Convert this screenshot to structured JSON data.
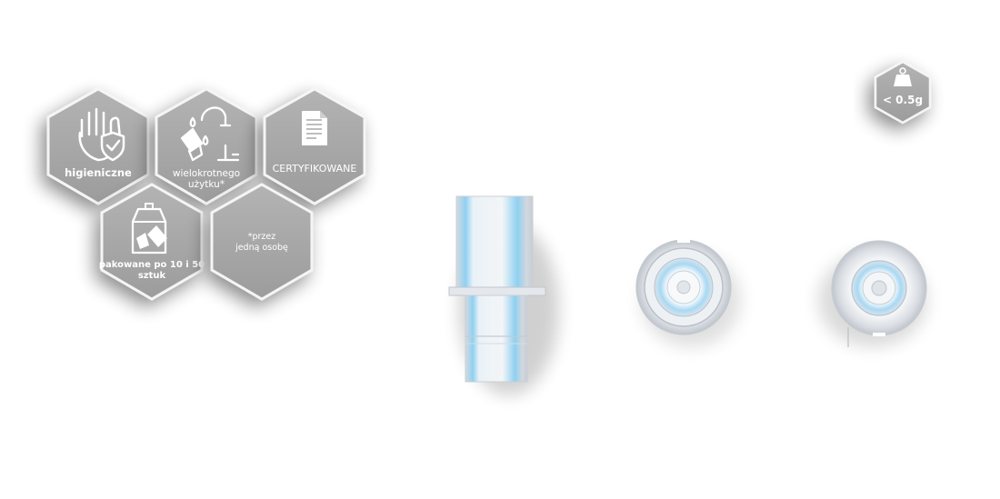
{
  "badges": {
    "hygienic": "higieniczne",
    "reusable_line1": "wielokrotnego",
    "reusable_line2": "użytku*",
    "certified": "CERTYFIKOWANE",
    "packed_line1": "pakowane po 10 i 50",
    "packed_line2": "sztuk",
    "note_line1": "*przez",
    "note_line2": "jedną osobę"
  },
  "weight_badge": {
    "label": "< 0.5g",
    "icon": "weight-icon"
  },
  "icons": [
    "hand-shield-icon",
    "faucet-icon",
    "document-icon",
    "package-icon",
    "weight-icon"
  ],
  "colors": {
    "hex_fill": "#a9a9a9",
    "hex_border": "#f4f4f4",
    "mouthpiece_blue": "#7fc8ec",
    "mouthpiece_body": "#dfe3e8"
  }
}
